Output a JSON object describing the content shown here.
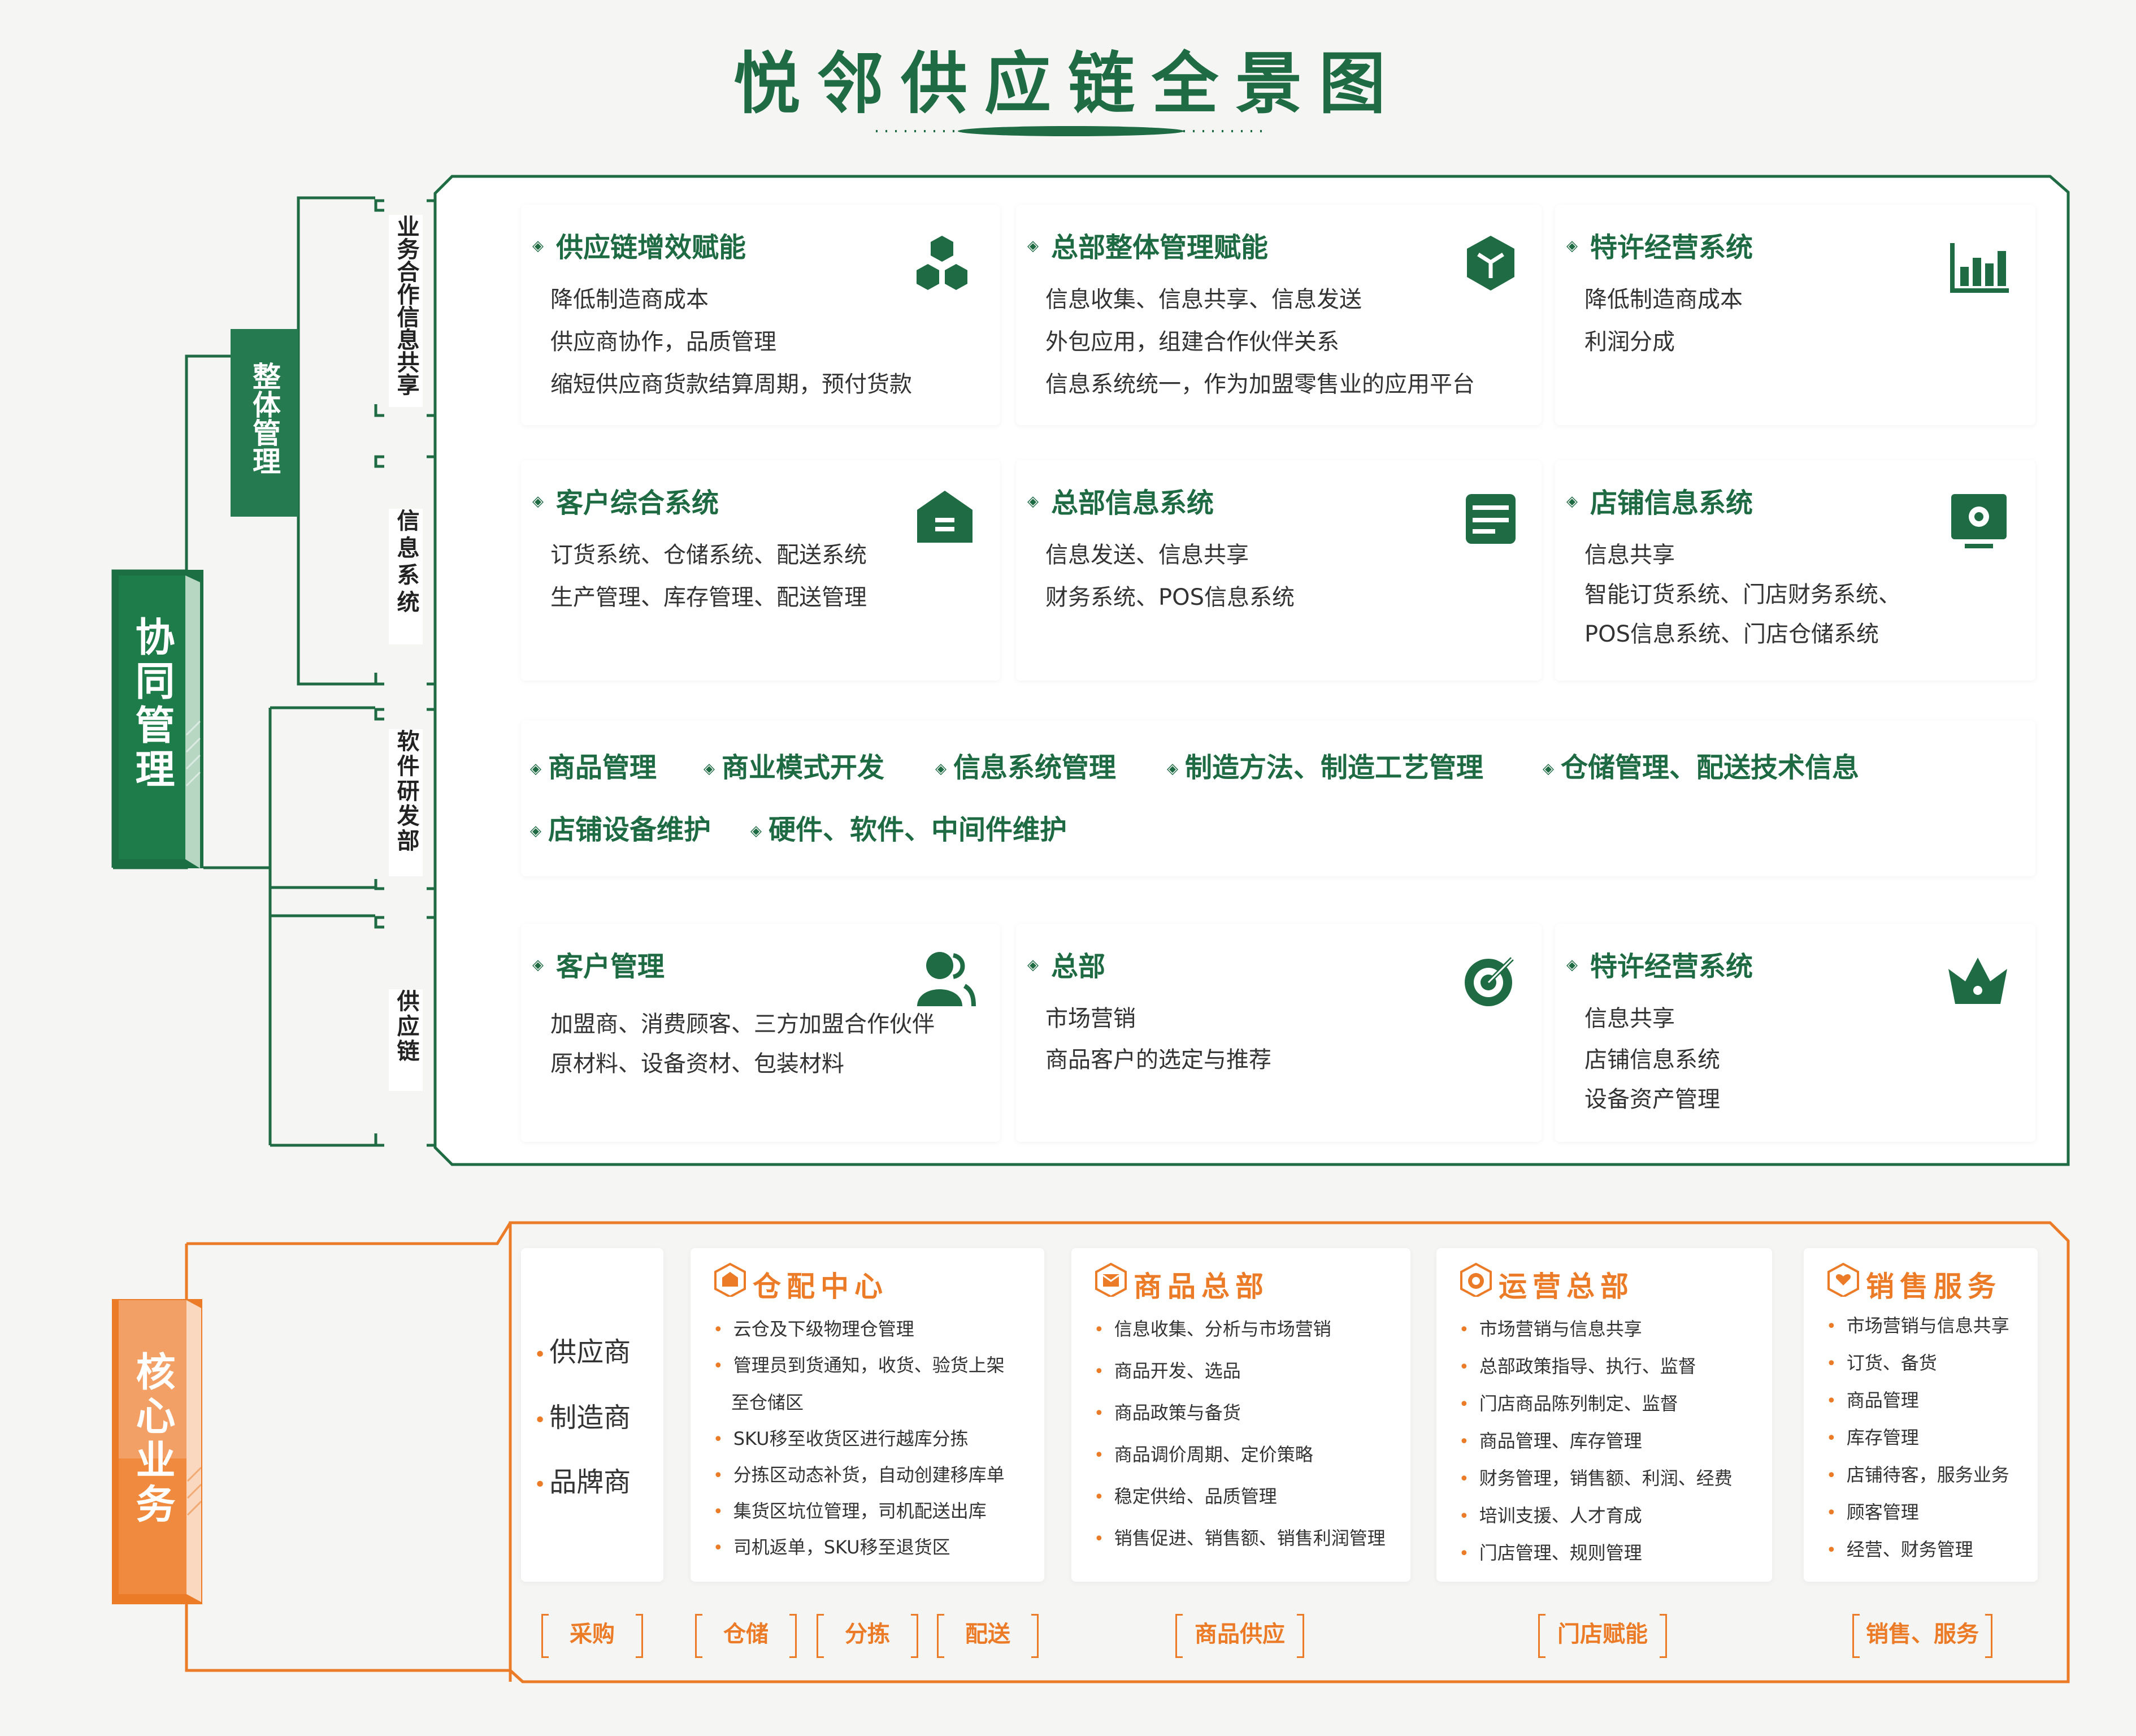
{
  "title": "悦邻供应链全景图",
  "collab": {
    "label": "协同管理",
    "sub_label": "整体管理",
    "dept_labels": [
      "业务合作信息共享",
      "信息系统",
      "软件研发部",
      "供应链"
    ],
    "rows": [
      [
        {
          "title": "供应链增效赋能",
          "icon": "cubes-icon",
          "lines": [
            "降低制造商成本",
            "供应商协作，品质管理",
            "缩短供应商货款结算周期，预付货款"
          ]
        },
        {
          "title": "总部整体管理赋能",
          "icon": "box-hexagon-icon",
          "lines": [
            "信息收集、信息共享、信息发送",
            "外包应用，组建合作伙伴关系",
            "信息系统统一，作为加盟零售业的应用平台"
          ]
        },
        {
          "title": "特许经营系统",
          "icon": "bar-chart-icon",
          "lines": [
            "降低制造商成本",
            "利润分成"
          ]
        }
      ],
      [
        {
          "title": "客户综合系统",
          "icon": "home-icon",
          "lines": [
            "订货系统、仓储系统、配送系统",
            "生产管理、库存管理、配送管理"
          ]
        },
        {
          "title": "总部信息系统",
          "icon": "document-icon",
          "lines": [
            "信息发送、信息共享",
            "财务系统、POS信息系统"
          ]
        },
        {
          "title": "店铺信息系统",
          "icon": "monitor-gear-icon",
          "lines": [
            "信息共享",
            "智能订货系统、门店财务系统、",
            "POS信息系统、门店仓储系统"
          ]
        }
      ],
      [
        {
          "title": "客户管理",
          "icon": "users-icon",
          "lines": [
            "加盟商、消费顾客、三方加盟合作伙伴",
            "原材料、设备资材、包装材料"
          ]
        },
        {
          "title": "总部",
          "icon": "target-icon",
          "lines": [
            "市场营销",
            "商品客户的选定与推荐"
          ]
        },
        {
          "title": "特许经营系统",
          "icon": "crown-icon",
          "lines": [
            "信息共享",
            "店铺信息系统",
            "设备资产管理"
          ]
        }
      ]
    ],
    "rd_items_row1": [
      "商品管理",
      "商业模式开发",
      "信息系统管理",
      "制造方法、制造工艺管理",
      "仓储管理、配送技术信息"
    ],
    "rd_items_row2": [
      "店铺设备维护",
      "硬件、软件、中间件维护"
    ]
  },
  "core": {
    "label": "核心业务",
    "suppliers": [
      "供应商",
      "制造商",
      "品牌商"
    ],
    "cards": [
      {
        "title": "仓配中心",
        "icon": "warehouse-icon",
        "items": [
          "云仓及下级物理仓管理",
          "管理员到货通知，收货、验货上架",
          "至仓储区",
          "SKU移至收货区进行越库分拣",
          "分拣区动态补货，自动创建移库单",
          "集货区坑位管理，司机配送出库",
          "司机返单，SKU移至退货区"
        ]
      },
      {
        "title": "商品总部",
        "icon": "envelope-icon",
        "items": [
          "信息收集、分析与市场营销",
          "商品开发、选品",
          "商品政策与备货",
          "商品调价周期、定价策略",
          "稳定供给、品质管理",
          "销售促进、销售额、销售利润管理"
        ]
      },
      {
        "title": "运营总部",
        "icon": "target-icon",
        "items": [
          "市场营销与信息共享",
          "总部政策指导、执行、监督",
          "门店商品陈列制定、监督",
          "商品管理、库存管理",
          "财务管理，销售额、利润、经费",
          "培训支援、人才育成",
          "门店管理、规则管理"
        ]
      },
      {
        "title": "销售服务",
        "icon": "heart-hand-icon",
        "items": [
          "市场营销与信息共享",
          "订货、备货",
          "商品管理",
          "库存管理",
          "店铺待客，服务业务",
          "顾客管理",
          "经营、财务管理"
        ]
      }
    ],
    "bottom_labels": [
      "采购",
      "仓储",
      "分拣",
      "配送",
      "商品供应",
      "门店赋能",
      "销售、服务"
    ]
  },
  "colors": {
    "green": "#1f6b43",
    "orange": "#ec7b28"
  }
}
